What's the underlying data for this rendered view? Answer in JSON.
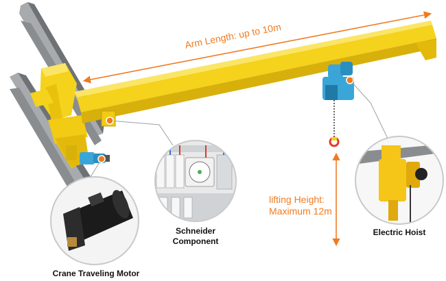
{
  "dimensions": {
    "arm_length": "Arm Length: up to 10m",
    "lifting_height_line1": "lifting Height:",
    "lifting_height_line2": "Maximum 12m"
  },
  "components": {
    "motor": "Crane Traveling Motor",
    "schneider_line1": "Schneider",
    "schneider_line2": "Component",
    "hoist": "Electric Hoist"
  },
  "colors": {
    "beam": "#f5d21b",
    "accent": "#f07a1f",
    "rail": "#8a8d90",
    "hoist_body": "#3aa6d8"
  }
}
